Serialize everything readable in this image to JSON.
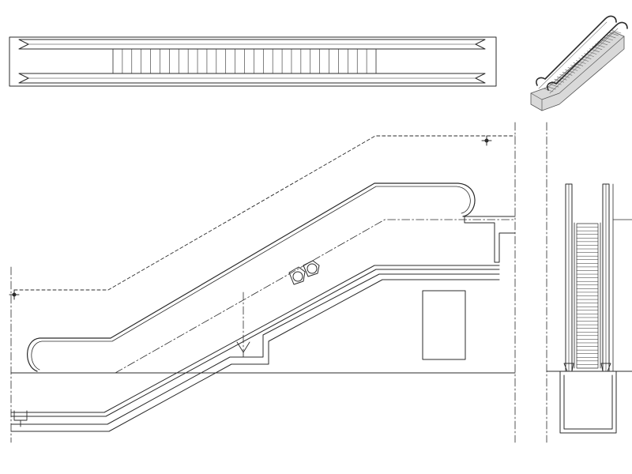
{
  "drawing": {
    "views": [
      {
        "id": "plan",
        "label": ""
      },
      {
        "id": "isometric",
        "label": ""
      },
      {
        "id": "side-elevation",
        "label": ""
      },
      {
        "id": "front-section",
        "label": ""
      }
    ],
    "plan_step_count": 27,
    "front_step_count": 40,
    "colors": {
      "line": "#2b2b2b",
      "light": "#8a8a8a",
      "fill": "#ffffff",
      "iso_shade": "#d9d9d9"
    }
  }
}
